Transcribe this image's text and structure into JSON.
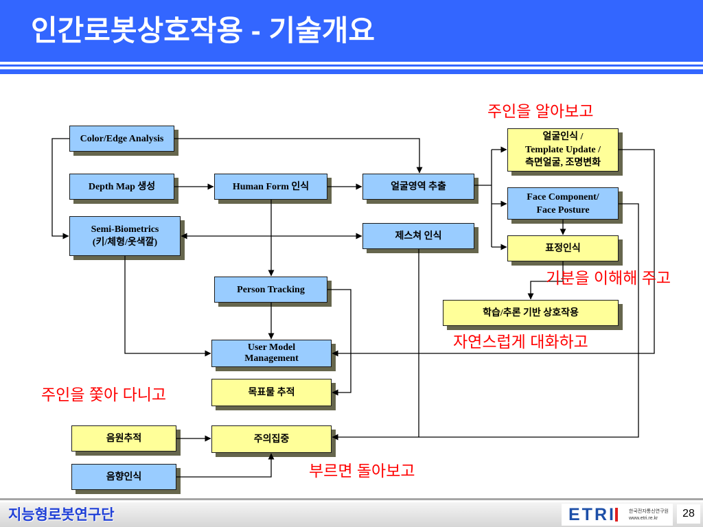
{
  "slide": {
    "title": "인간로봇상호작용 - 기술개요",
    "page_number": "28",
    "footer_org": "지능형로봇연구단"
  },
  "logo": {
    "wordmark": "ETRI",
    "org_name": "한국전자통신연구원",
    "url": "www.etri.re.kr"
  },
  "theme": {
    "header": "#3366ff",
    "annotation": "#ff0000",
    "footer_text": "#1f3fd6",
    "logo_blue": "#1d4fa8"
  },
  "nodes": {
    "color_edge": {
      "lines": [
        "Color/Edge Analysis"
      ],
      "fill": "#99ccff"
    },
    "depth_map": {
      "lines": [
        "Depth Map 생성"
      ],
      "fill": "#99ccff"
    },
    "semi_biometrics": {
      "lines": [
        "Semi-Biometrics",
        "(키/체형/옷색깔)"
      ],
      "fill": "#99ccff"
    },
    "human_form": {
      "lines": [
        "Human Form 인식"
      ],
      "fill": "#99ccff"
    },
    "face_region": {
      "lines": [
        "얼굴영역 추출"
      ],
      "fill": "#99ccff"
    },
    "gesture": {
      "lines": [
        "제스쳐 인식"
      ],
      "fill": "#99ccff"
    },
    "face_recognition": {
      "lines": [
        "얼굴인식 /",
        "Template Update /",
        "측면얼굴, 조명변화"
      ],
      "fill": "#ffff99"
    },
    "face_component": {
      "lines": [
        "Face Component/",
        "Face Posture"
      ],
      "fill": "#99ccff"
    },
    "expression": {
      "lines": [
        "표정인식"
      ],
      "fill": "#ffff99"
    },
    "learning": {
      "lines": [
        "학습/추론 기반 상호작용"
      ],
      "fill": "#ffff99"
    },
    "person_tracking": {
      "lines": [
        "Person Tracking"
      ],
      "fill": "#99ccff"
    },
    "user_model": {
      "lines": [
        "User Model",
        "Management"
      ],
      "fill": "#99ccff"
    },
    "target_tracking": {
      "lines": [
        "목표물 추적"
      ],
      "fill": "#ffff99"
    },
    "sound_source": {
      "lines": [
        "음원추적"
      ],
      "fill": "#ffff99"
    },
    "attention": {
      "lines": [
        "주의집중"
      ],
      "fill": "#ffff99"
    },
    "sound_recognition": {
      "lines": [
        "음향인식"
      ],
      "fill": "#99ccff"
    }
  },
  "annotations": {
    "recognize_owner": "주인을 알아보고",
    "understand_mood": "기분을 이해해 주고",
    "natural_talk": "자연스럽게 대화하고",
    "follow_owner": "주인을 쫓아 다니고",
    "turn_when_called": "부르면 돌아보고"
  }
}
